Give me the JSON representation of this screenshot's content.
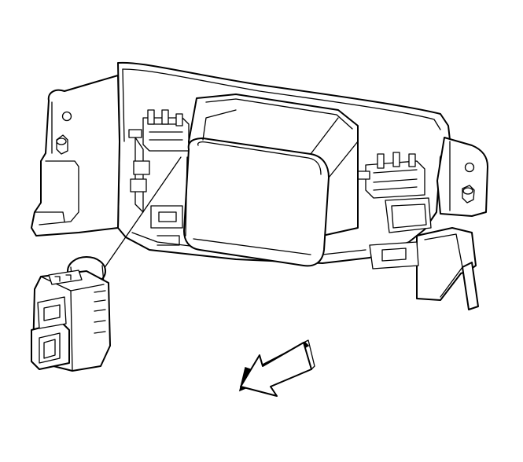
{
  "figure": {
    "type": "technical line drawing",
    "components": {
      "bracket_panel": "bracket-panel",
      "center_housing": "center-housing",
      "left_mount_ear": "left-mount-ear",
      "right_mount_ear": "right-mount-ear",
      "left_retainer_clips": "left-retainer-clips",
      "right_retainer_clips": "right-retainer-clips",
      "switch_module": "switch-module",
      "leader_line": "leader-line",
      "direction_arrow": "direction-arrow"
    },
    "colors": {
      "line": "#000000",
      "background": "#ffffff",
      "arrow_fill": "#ffffff",
      "arrow_shade": "#000000"
    }
  }
}
